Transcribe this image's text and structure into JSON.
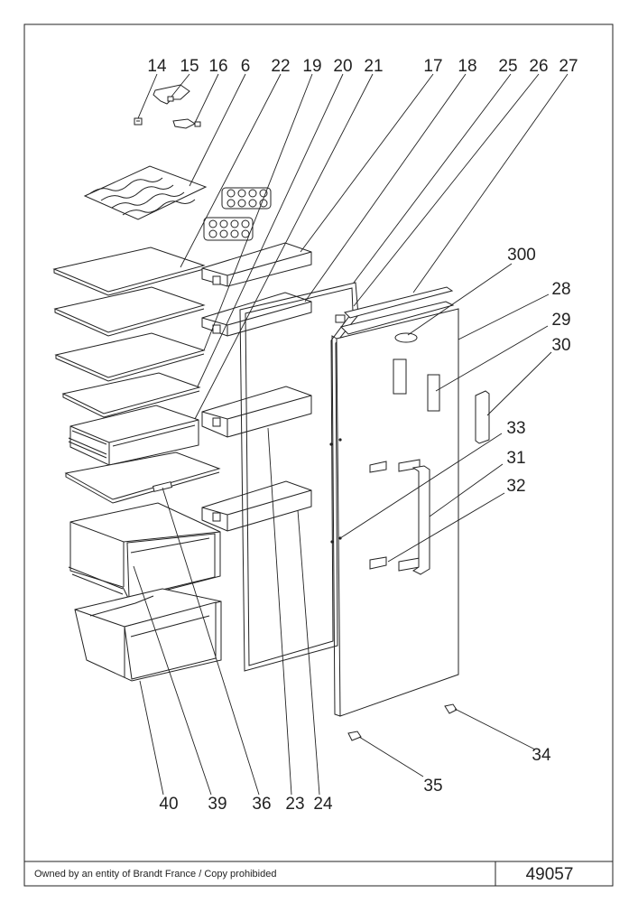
{
  "footer": {
    "copyright": "Owned by an entity of Brandt France / Copy prohibided",
    "code": "49057"
  },
  "callouts": [
    "14",
    "15",
    "16",
    "6",
    "22",
    "19",
    "20",
    "21",
    "17",
    "18",
    "25",
    "26",
    "27",
    "300",
    "28",
    "29",
    "30",
    "33",
    "31",
    "32",
    "34",
    "35",
    "40",
    "39",
    "36",
    "23",
    "24"
  ]
}
